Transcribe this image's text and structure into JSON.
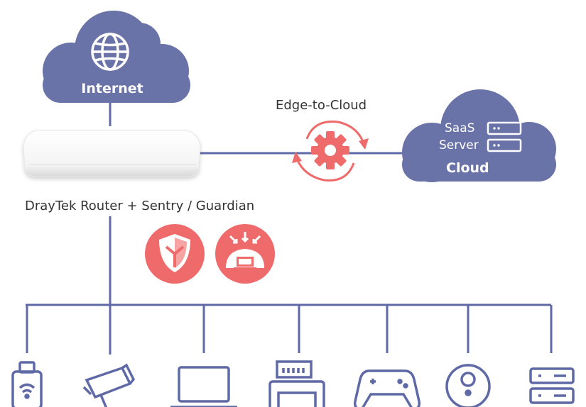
{
  "labels": {
    "internet": "Internet",
    "edge_to_cloud": "Edge-to-Cloud",
    "router": "DrayTek Router + Sentry / Guardian",
    "saas": "SaaS",
    "server": "Server",
    "cloud": "Cloud"
  },
  "colors": {
    "cloud": "#6a73a8",
    "line": "#5f69a6",
    "accent": "#ef6b6b",
    "text": "#333333"
  },
  "icons": {
    "internet": "globe-icon",
    "sync": "gear-sync-icon",
    "sentry": "shield-icon",
    "guardian": "content-filter-icon",
    "devices": [
      "wifi-plug-icon",
      "security-camera-icon",
      "laptop-icon",
      "printer-icon",
      "gamepad-icon",
      "robot-vacuum-icon",
      "server-rack-icon"
    ]
  }
}
